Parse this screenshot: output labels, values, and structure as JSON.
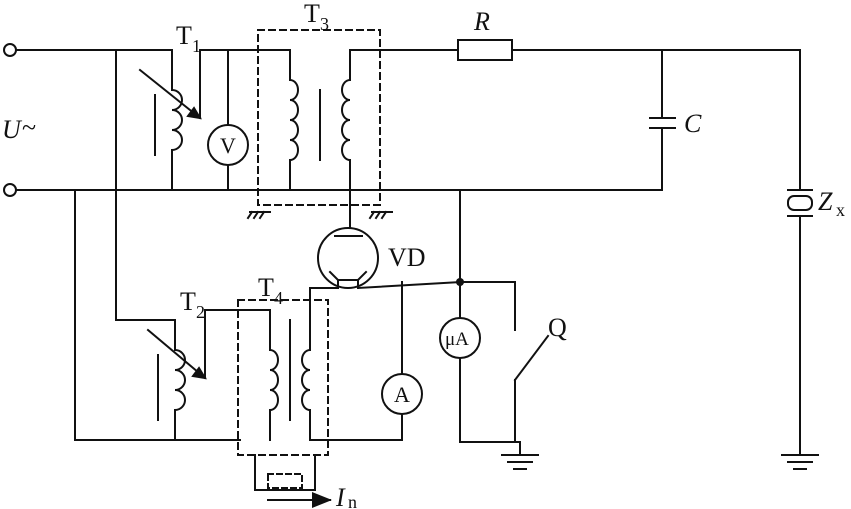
{
  "labels": {
    "u_main": "U",
    "u_tilde": "~",
    "t1": "T",
    "t1_sub": "1",
    "t2": "T",
    "t2_sub": "2",
    "t3": "T",
    "t3_sub": "3",
    "t4": "T",
    "t4_sub": "4",
    "r": "R",
    "c": "C",
    "vd": "VD",
    "zx": "Z",
    "zx_sub": "x",
    "q": "Q",
    "i_main": "I",
    "i_sub": "n"
  },
  "meters": {
    "voltmeter": "V",
    "ammeter": "A",
    "microammeter": "μA"
  }
}
